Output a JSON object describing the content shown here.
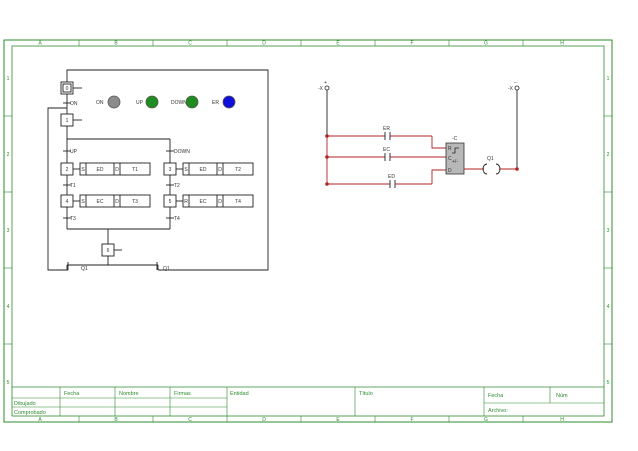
{
  "frame": {
    "columns": [
      "A",
      "B",
      "C",
      "D",
      "E",
      "F",
      "G",
      "H"
    ],
    "rows": [
      "1",
      "2",
      "3",
      "4",
      "5"
    ]
  },
  "title_block": {
    "col_fecha": "Fecha",
    "col_nombre": "Nombre",
    "col_firmas": "Firmas",
    "entidad": "Entidad",
    "titulo": "Título",
    "fecha": "Fecha",
    "num": "Núm",
    "dibujado": "Dibujado",
    "comprobado": "Comprobado",
    "archivo": "Archivo:"
  },
  "grafcet": {
    "steps": [
      "0",
      "1",
      "2",
      "3",
      "4",
      "5",
      "6"
    ],
    "transitions": {
      "on": "ON",
      "up": "UP",
      "down": "DOWN",
      "t1": "T1",
      "t2": "T2",
      "t3": "T3",
      "t4": "T4",
      "q1_left": "Q1",
      "q1_right": "Q1"
    },
    "actions": [
      {
        "q": "S",
        "name": "ED",
        "d": "D",
        "t": "T1"
      },
      {
        "q": "S",
        "name": "ED",
        "d": "D",
        "t": "T2"
      },
      {
        "q": "S",
        "name": "EC",
        "d": "D",
        "t": "T3"
      },
      {
        "q": "R",
        "name": "EC",
        "d": "D",
        "t": "T4"
      }
    ],
    "lamps": [
      {
        "label": "ON",
        "color": "#8c8c8c"
      },
      {
        "label": "UP",
        "color": "#1e8c1e"
      },
      {
        "label": "DOWN",
        "color": "#1e8c1e"
      },
      {
        "label": "ER",
        "color": "#1010d8"
      }
    ]
  },
  "ladder": {
    "left_rail": "-X",
    "right_rail": "-X",
    "plus": "+",
    "minus": "−",
    "contacts": [
      "ER",
      "EC",
      "ED"
    ],
    "counter": {
      "name": "-C",
      "pins": [
        "R",
        "C",
        "D"
      ],
      "sign": "+/-"
    },
    "coil": "Q1"
  }
}
